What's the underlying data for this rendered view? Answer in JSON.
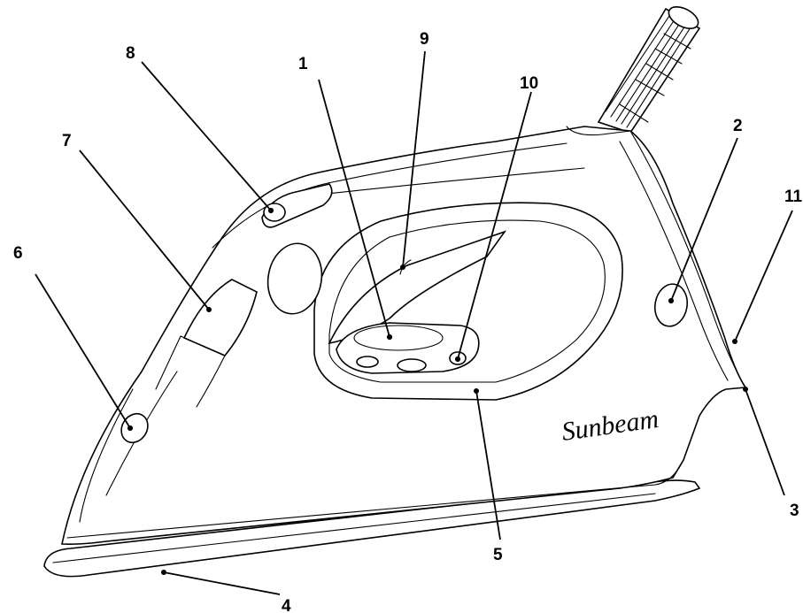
{
  "brand": "Sunbeam",
  "callouts": [
    {
      "id": "1",
      "label": "1"
    },
    {
      "id": "2",
      "label": "2"
    },
    {
      "id": "3",
      "label": "3"
    },
    {
      "id": "4",
      "label": "4"
    },
    {
      "id": "5",
      "label": "5"
    },
    {
      "id": "6",
      "label": "6"
    },
    {
      "id": "7",
      "label": "7"
    },
    {
      "id": "8",
      "label": "8"
    },
    {
      "id": "9",
      "label": "9"
    },
    {
      "id": "10",
      "label": "10"
    },
    {
      "id": "11",
      "label": "11"
    }
  ]
}
